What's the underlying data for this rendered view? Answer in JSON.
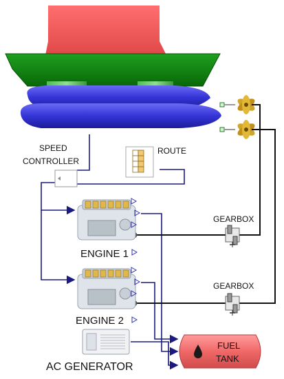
{
  "labels": {
    "speed_controller_line1": "SPEED",
    "speed_controller_line2": "CONTROLLER",
    "route": "ROUTE",
    "engine1": "ENGINE 1",
    "engine2": "ENGINE 2",
    "gearbox1": "GEARBOX",
    "gearbox2": "GEARBOX",
    "ac_generator": "AC GENERATOR",
    "fuel_tank_line1": "FUEL",
    "fuel_tank_line2": "TANK"
  },
  "colors": {
    "superstructure": "#f25a5a",
    "hull": "#0e8a0e",
    "pontoon": "#3f3fe0",
    "signal_line": "#1a1a80",
    "shaft_line": "#111111",
    "fuel_tank": "#f07a7a",
    "propeller": "#c8a020"
  },
  "icons": {
    "route_table": "table-icon",
    "fuel": "fuel-drop-icon",
    "propeller": "propeller-icon",
    "gearbox": "gearbox-icon",
    "engine": "diesel-engine-icon",
    "generator": "generator-icon"
  }
}
